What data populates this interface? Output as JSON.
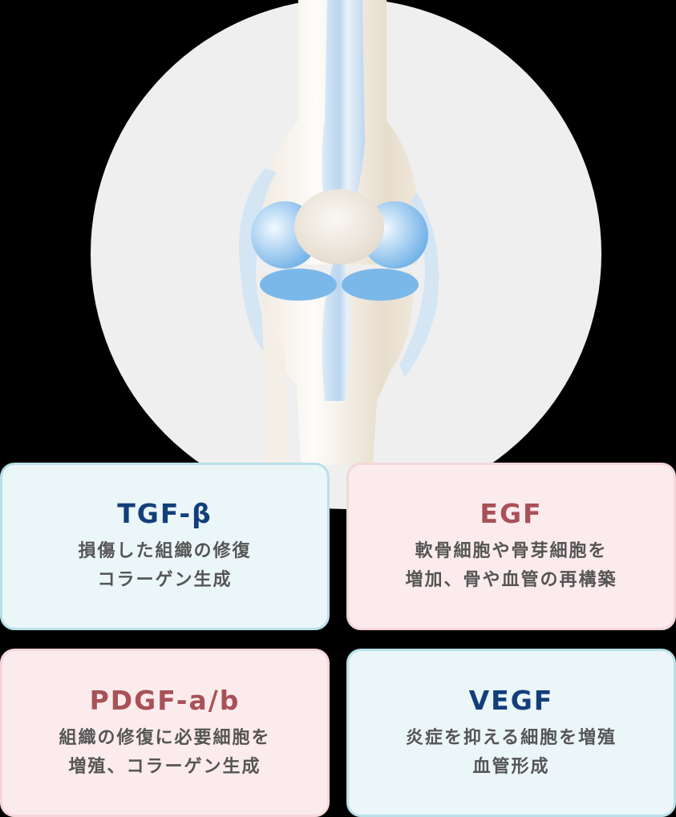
{
  "illustration": {
    "subject": "knee-joint-icon",
    "circle_color": "#efefef"
  },
  "cards": [
    {
      "title": "TGF-β",
      "lines": [
        "損傷した組織の修復",
        "コラーゲン生成"
      ],
      "theme": "blue",
      "title_color": "#123f7a"
    },
    {
      "title": "EGF",
      "lines": [
        "軟骨細胞や骨芽細胞を",
        "増加、骨や血管の再構築"
      ],
      "theme": "pink",
      "title_color": "#a85158"
    },
    {
      "title": "PDGF-a/b",
      "lines": [
        "組織の修復に必要細胞を",
        "増殖、コラーゲン生成"
      ],
      "theme": "pink",
      "title_color": "#a85158"
    },
    {
      "title": "VEGF",
      "lines": [
        "炎症を抑える細胞を増殖",
        "血管形成"
      ],
      "theme": "blue",
      "title_color": "#123f7a"
    }
  ]
}
